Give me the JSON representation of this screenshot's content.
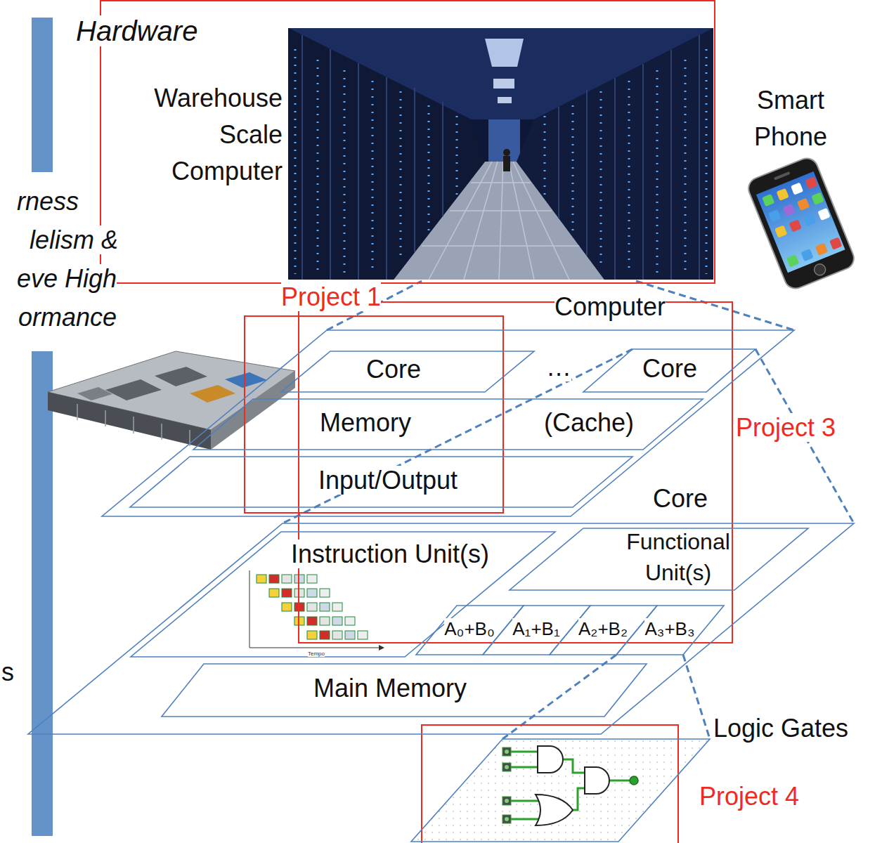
{
  "diagram": {
    "nodes": [
      {
        "text": [
          "Computer"
        ]
      },
      {
        "text": [
          "Core"
        ],
        "in": 0
      },
      {
        "text": [
          "Core"
        ],
        "in": 0
      },
      {
        "text": [
          "Memory",
          "(Cache)"
        ],
        "in": 0
      },
      {
        "text": [
          "Input/Output"
        ],
        "in": 0
      },
      {
        "text": [
          "Core"
        ]
      },
      {
        "text": [
          "Instruction Unit(s)"
        ],
        "in": 5
      },
      {
        "text": [
          "Functional Unit(s)"
        ],
        "in": 5
      },
      {
        "text": [
          "A₀+B₀"
        ],
        "in": 5
      },
      {
        "text": [
          "A₁+B₁"
        ],
        "in": 5
      },
      {
        "text": [
          "A₂+B₂"
        ],
        "in": 5
      },
      {
        "text": [
          "A₃+B₃"
        ],
        "in": 5
      },
      {
        "text": [
          "Main Memory"
        ],
        "in": 5
      },
      {
        "text": [
          "Logic Gates"
        ]
      }
    ],
    "labels": [
      "Hardware",
      "Warehouse Scale Computer",
      "Smart Phone",
      "rness",
      "lelism &",
      "eve High",
      "ormance",
      "Project 1",
      "…",
      "Project 3",
      "Tempo",
      "s",
      "Project 4"
    ]
  }
}
